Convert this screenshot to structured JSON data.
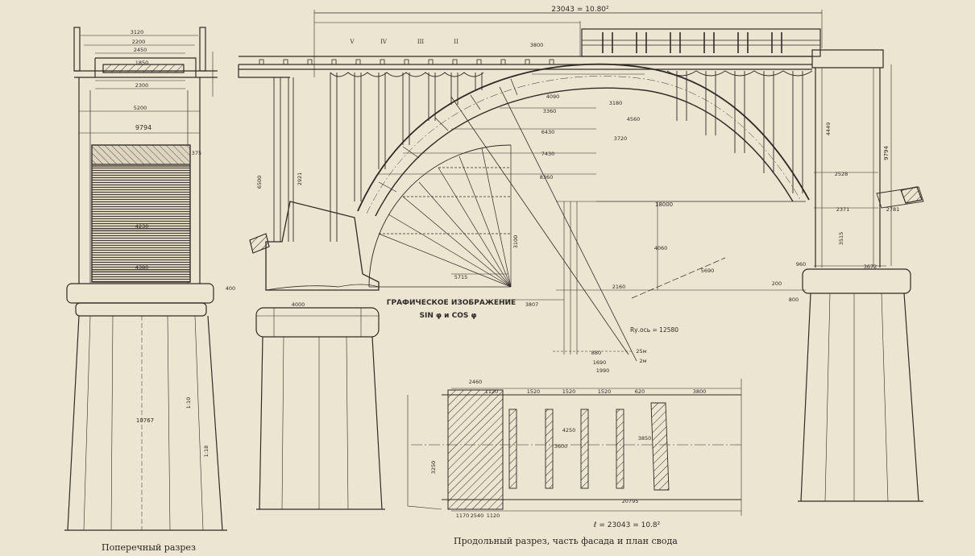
{
  "colors": {
    "paper": "#ece5d2",
    "ink": "#2f2b27",
    "ink_light": "#6d665b"
  },
  "captions": {
    "cross_section": "Поперечный разрез",
    "longitudinal": "Продольный разрез, часть фасада и план свода"
  },
  "graphic_title": "ГРАФИЧЕСКОЕ ИЗОБРАЖЕНИЕ",
  "graphic_subtitle": "SIN φ и COS φ",
  "span_top": "23043 = 10.80²",
  "span_bottom": "ℓ = 23043 = 10.8²",
  "rib_labels": [
    "V",
    "IV",
    "III",
    "II"
  ],
  "dims": {
    "d3120": "3120",
    "d2200": "2200",
    "d2450": "2450",
    "d1850": "1850",
    "d2300": "2300",
    "d5200": "5200",
    "d9794_left": "9794",
    "d375": "375",
    "d4230": "4230",
    "d4380": "4380",
    "d10767": "10767",
    "d118": "1:18",
    "d110": "1:10",
    "d3800_top": "3800",
    "d4090": "4090",
    "d3360": "3360",
    "d6430": "6430",
    "d7430": "7430",
    "d8360": "8360",
    "d18000": "18000",
    "d3180": "3180",
    "d3720": "3720",
    "d4560": "4560",
    "d4449": "4449",
    "d9794_right": "9794",
    "d2528": "2528",
    "d2371": "2371",
    "d2781": "2781",
    "d3515": "3515",
    "d3672": "3672",
    "d3100": "3100",
    "d5715": "5715",
    "d4060": "4060",
    "d5690": "5690",
    "d3807": "3807",
    "d2160": "2160",
    "d12580": "Rу.ось = 12580",
    "d200": "200",
    "d960": "960",
    "d880": "880",
    "d1690": "1690",
    "d1990": "1990",
    "d2460": "2460",
    "d1120": "1120",
    "d1520a": "1520",
    "d1520b": "1520",
    "d1520c": "1520",
    "d620": "620",
    "d3800_plan": "3800",
    "d4250": "4250",
    "d3600": "3600",
    "d3250": "3250",
    "d3850": "3850",
    "d20795": "20795",
    "d1170": "1170",
    "d2540": "2540",
    "d1120b": "1120",
    "d2921": "2921",
    "d4000": "4000",
    "d6500": "6500",
    "d400": "400",
    "d800": "800",
    "d2m": "2м",
    "d25m": "25м"
  }
}
